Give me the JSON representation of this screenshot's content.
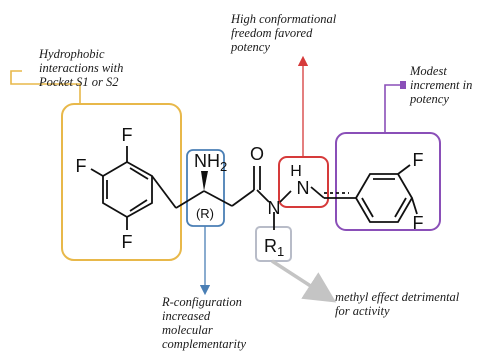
{
  "annotations": {
    "hydrophobic": "Hydrophobic\ninteractions with\nPocket S1 or S2",
    "conformational": "High  conformational\nfreedom       favored\npotency",
    "modest": "Modest\nincrement  in\npotency",
    "r_config": "R-configuration\nincreased\nmolecular\ncomplementarity",
    "methyl": "methyl effect detrimental\nfor activity"
  },
  "molecule": {
    "f_top": "F",
    "f_left": "F",
    "f_bottom": "F",
    "nh2": "NH",
    "nh2_sub": "2",
    "stereo": "(R)",
    "o": "O",
    "n": "N",
    "r": "R",
    "r_sub": "1",
    "hn": "H",
    "hn_n": "N",
    "f_right_top": "F",
    "f_right_bottom": "F"
  },
  "colors": {
    "yellow_box": "#e8b84a",
    "blue_box": "#4a7fb5",
    "red_box": "#d63a3a",
    "purple_box": "#8a4fb8",
    "gray_box": "#b8bcc8",
    "arrow_gray": "#c4c4c4",
    "bond": "#111111"
  }
}
